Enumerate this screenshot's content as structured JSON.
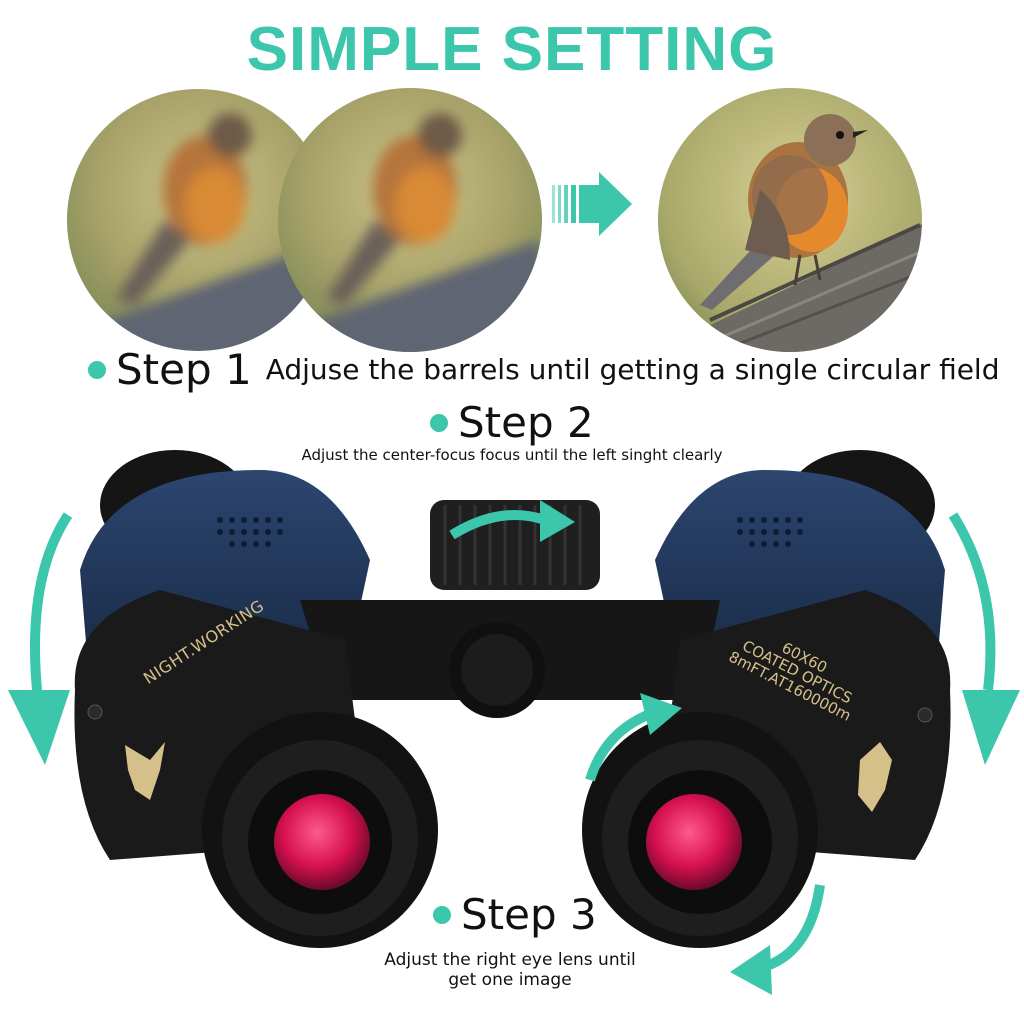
{
  "title": "SIMPLE SETTING",
  "steps": [
    {
      "label": "Step 1",
      "desc": "Adjuse the barrels until getting a single circular field"
    },
    {
      "label": "Step 2",
      "desc": "Adjust the  center-focus focus until the left singht clearly"
    },
    {
      "label": "Step 3",
      "desc_line1": "Adjust the right eye lens until",
      "desc_line2": "get one image"
    }
  ],
  "binocular": {
    "left_label": "NIGHT.WORKING",
    "spec_line1": "60X60",
    "spec_line2": "COATED OPTICS",
    "spec_line3": "8mFT.AT160000m"
  },
  "colors": {
    "accent": "#3cc6ab",
    "body_blue": "#22385a",
    "lens": "#e0135f",
    "print": "#d6c08a"
  },
  "icons": [
    "arrow-right-icon",
    "curved-arrow-down-icon",
    "bird-emblem-icon"
  ]
}
